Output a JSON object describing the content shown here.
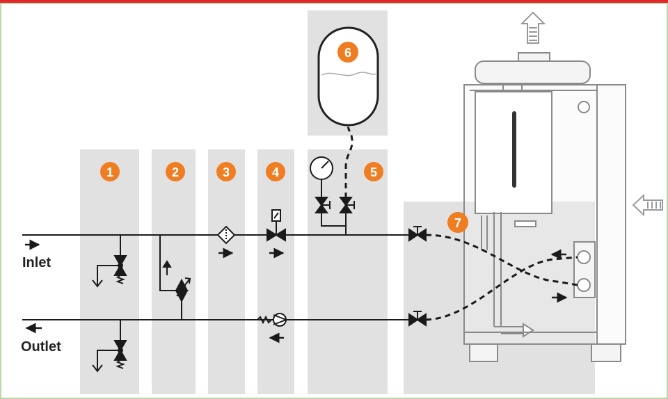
{
  "colors": {
    "top_bar": "#e3262b",
    "border": "#bcd7a8",
    "panel": "#e1e1e1",
    "badge": "#ef7d22",
    "line": "#1a1a1a",
    "boiler_stroke": "#8a8a8a",
    "boiler_fill": "#f4f4f4"
  },
  "labels": {
    "inlet": "Inlet",
    "outlet": "Outlet"
  },
  "badges": [
    "1",
    "2",
    "3",
    "4",
    "5",
    "6",
    "7"
  ],
  "icons": {
    "exhaust": "up-arrow-icon",
    "air_intake": "left-arrow-icon",
    "pressure_gauge": "gauge-icon",
    "filter": "strainer-icon",
    "check_valve": "check-valve-icon"
  }
}
